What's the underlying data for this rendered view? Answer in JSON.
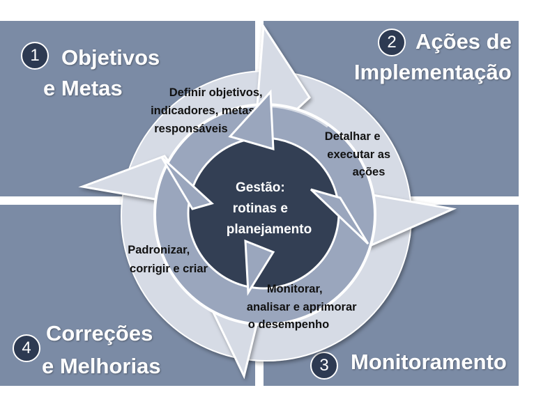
{
  "quadrants": [
    {
      "number": "1",
      "line1": "Objetivos",
      "line2": "e Metas"
    },
    {
      "number": "2",
      "line1": "Ações de",
      "line2": "Implementação"
    },
    {
      "number": "3",
      "line1": "Monitoramento"
    },
    {
      "number": "4",
      "line1": "Correções",
      "line2": "e Melhorias"
    }
  ],
  "center": {
    "lines": [
      "Gestão:",
      "rotinas e",
      "planejamento"
    ]
  },
  "steps": [
    {
      "lines": [
        "Definir objetivos,",
        "indicadores, metas e",
        "responsáveis"
      ]
    },
    {
      "lines": [
        "Detalhar e",
        "executar as",
        "ações"
      ]
    },
    {
      "lines": [
        "Monitorar,",
        "analisar e aprimorar",
        "o desempenho"
      ]
    },
    {
      "lines": [
        "Padronizar,",
        "corrigir e criar"
      ]
    }
  ],
  "colors": {
    "quadrant": "#7b8ba5",
    "ring": "#d6dbe5",
    "ring_inner": "#9aa6bd",
    "core": "#333f54",
    "badge": "#2d3a52"
  }
}
